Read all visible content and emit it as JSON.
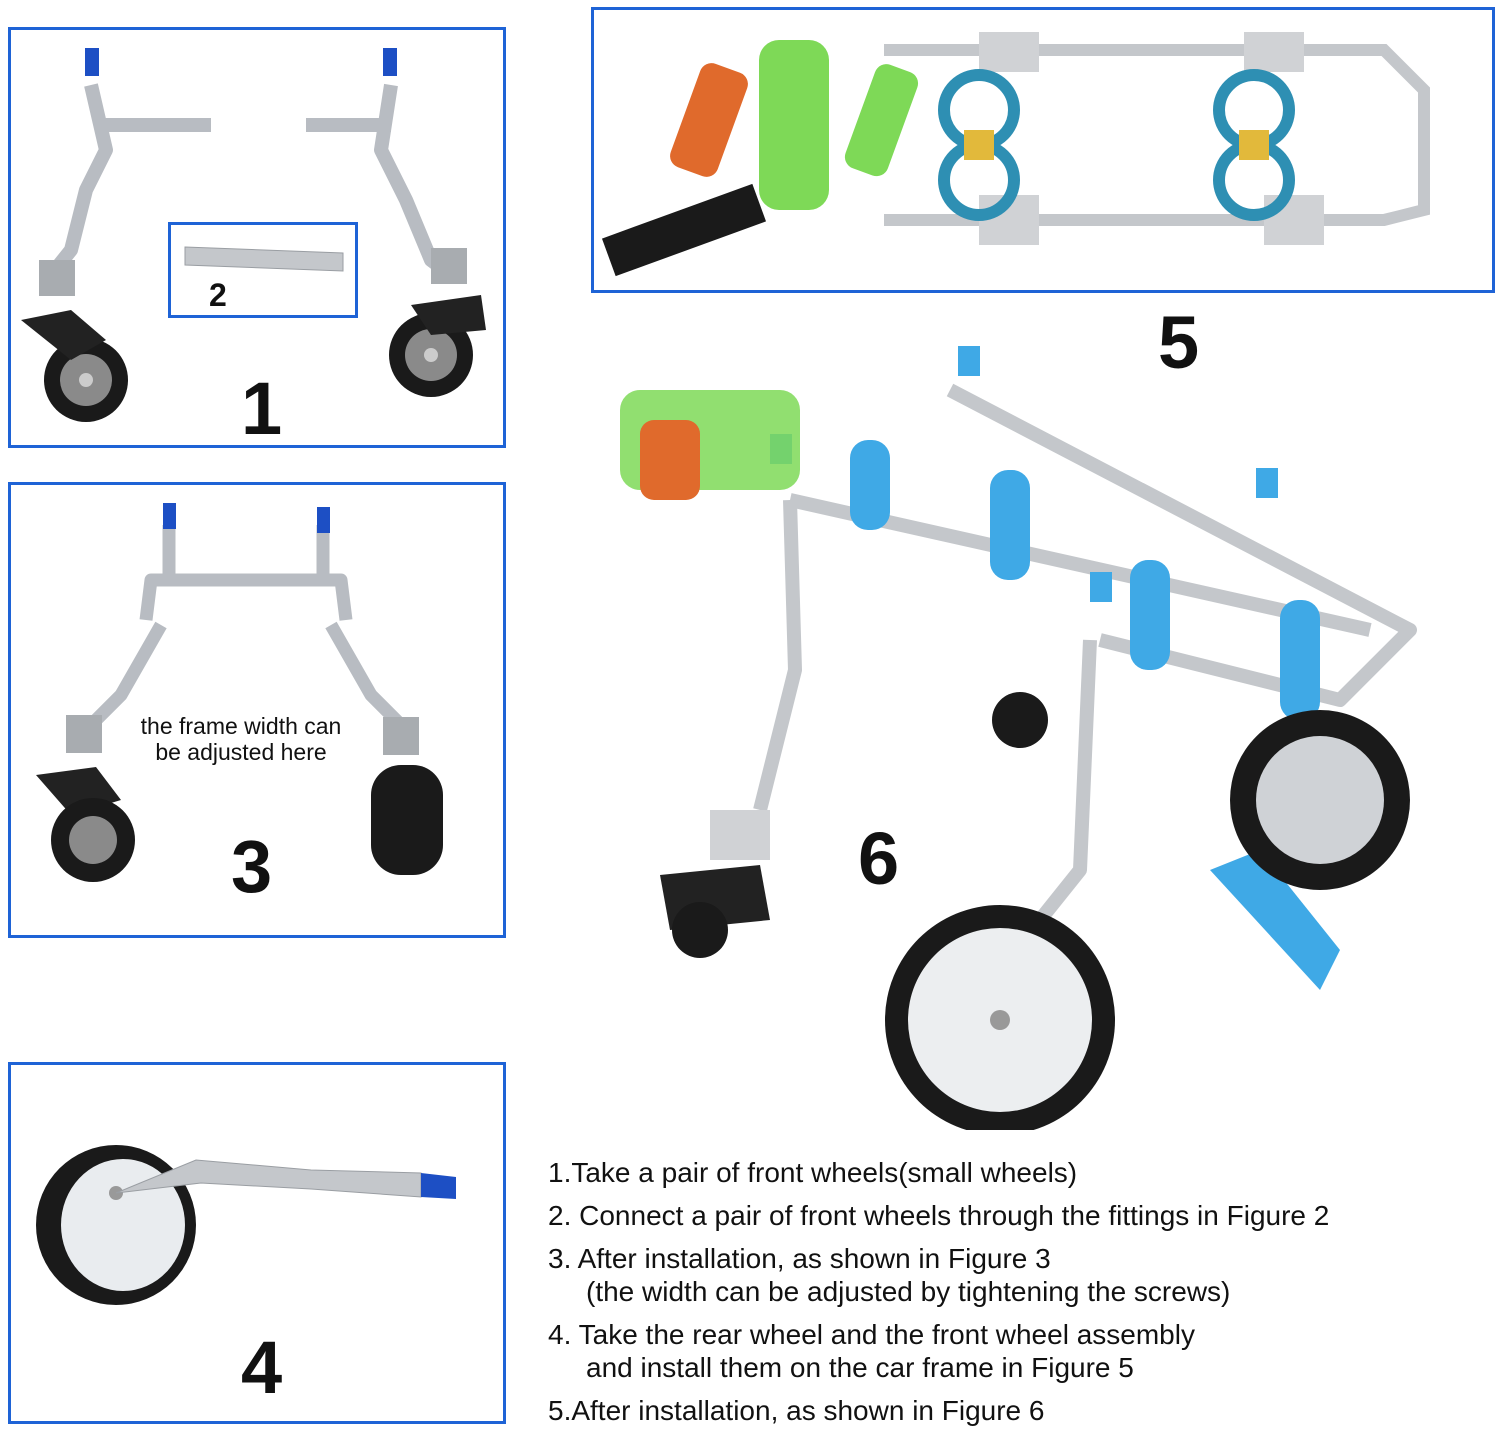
{
  "figures": {
    "fig1_label": "1",
    "fig2_label": "2",
    "fig3_label": "3",
    "fig3_note_line1": "the frame width can",
    "fig3_note_line2": "be adjusted here",
    "fig4_label": "4",
    "fig5_label": "5",
    "fig6_label": "6"
  },
  "instructions": [
    {
      "line1": "1.Take a pair of front wheels(small wheels)"
    },
    {
      "line1": "2. Connect a pair of front wheels through the fittings in Figure 2"
    },
    {
      "line1": "3. After installation, as shown in Figure 3",
      "line2": "(the width can be adjusted by tightening the screws)"
    },
    {
      "line1": "4. Take the rear wheel and the front wheel assembly",
      "line2": "and install them on the car frame in Figure 5"
    },
    {
      "line1": "5.After installation, as shown in Figure 6"
    }
  ],
  "colors": {
    "border": "#1e63d6",
    "frame": "#c9ccd0",
    "accent_blue": "#3fa9e6",
    "tire": "#1a1a1a"
  }
}
